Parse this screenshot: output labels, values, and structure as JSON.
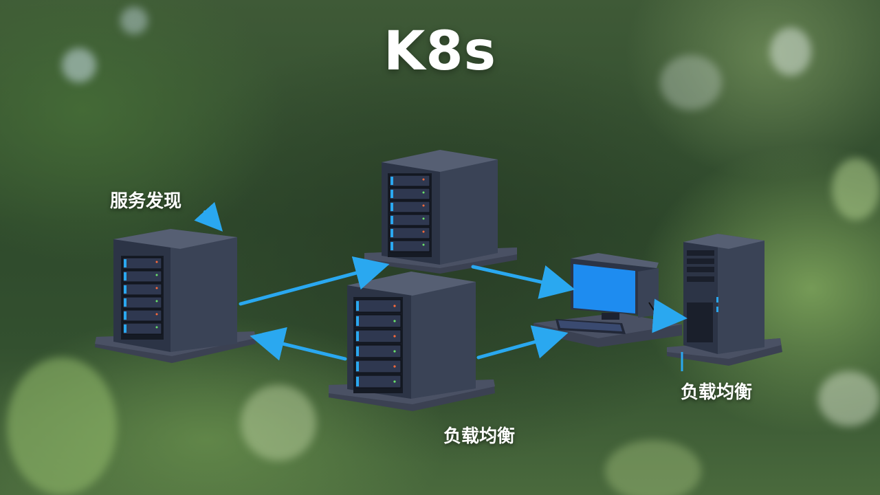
{
  "title": "K8s",
  "labels": {
    "service_discovery": "服务发现",
    "load_balancing_center": "负载均衡",
    "load_balancing_right": "负载均衡"
  },
  "colors": {
    "arrow": "#2aa8f0",
    "server_body": "#2c3446",
    "server_side": "#3a4356",
    "screen": "#1e8cf0",
    "platform": "#3b4152"
  },
  "icons": [
    "server-icon",
    "desktop-computer-icon",
    "tower-server-icon",
    "arrow-icon"
  ]
}
